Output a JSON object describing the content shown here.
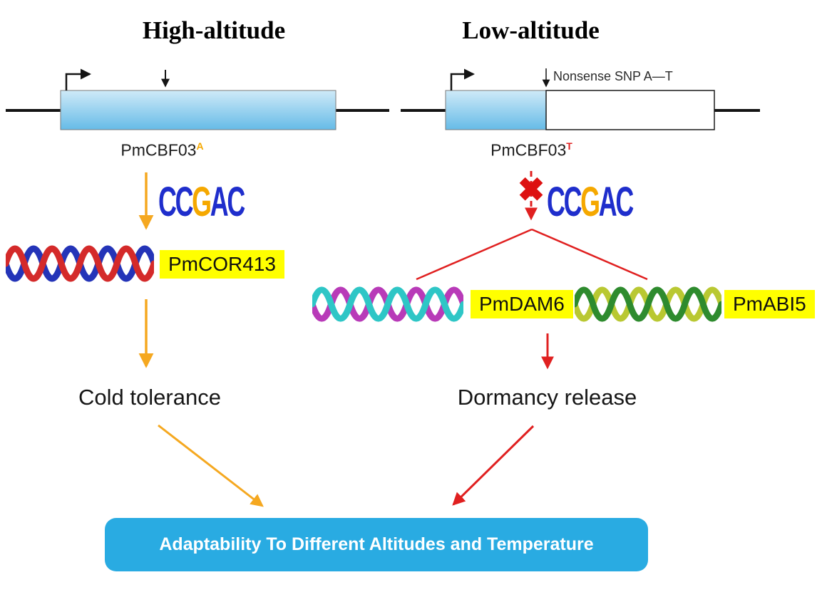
{
  "high": {
    "title": "High-altitude",
    "gene": "PmCBF03",
    "allele": "A",
    "allele_color": "#f5a800",
    "arrow_color": "#f5a820",
    "motif": {
      "letters": [
        "C",
        "C",
        "G",
        "A",
        "C"
      ],
      "colors": [
        "#1f2ecc",
        "#1f2ecc",
        "#f5a800",
        "#1f2ecc",
        "#1f2ecc"
      ]
    },
    "target_gene": "PmCOR413",
    "phenotype": "Cold tolerance",
    "helix_colors": [
      "#d42a2a",
      "#2434b8"
    ]
  },
  "low": {
    "title": "Low-altitude",
    "gene": "PmCBF03",
    "allele": "T",
    "allele_color": "#e02020",
    "arrow_color": "#e02020",
    "cross_mark": "✖",
    "cross_color": "#dd1111",
    "snp_label": "Nonsense SNP A—T",
    "motif": {
      "letters": [
        "C",
        "C",
        "G",
        "A",
        "C"
      ],
      "colors": [
        "#1f2ecc",
        "#1f2ecc",
        "#f5a800",
        "#1f2ecc",
        "#1f2ecc"
      ]
    },
    "targets": [
      {
        "name": "PmDAM6",
        "helix_colors": [
          "#2ec6c6",
          "#b83ab8"
        ]
      },
      {
        "name": "PmABI5",
        "helix_colors": [
          "#2e8b2e",
          "#b9c832"
        ]
      }
    ],
    "phenotype": "Dormancy release"
  },
  "outcome": {
    "label": "Adaptability To Different Altitudes and Temperature",
    "bg_color": "#29abe2",
    "text_color": "#ffffff"
  },
  "highlight_color": "#ffff00",
  "gene_box_gradient": [
    "#cfeaf8",
    "#66bbe7"
  ]
}
